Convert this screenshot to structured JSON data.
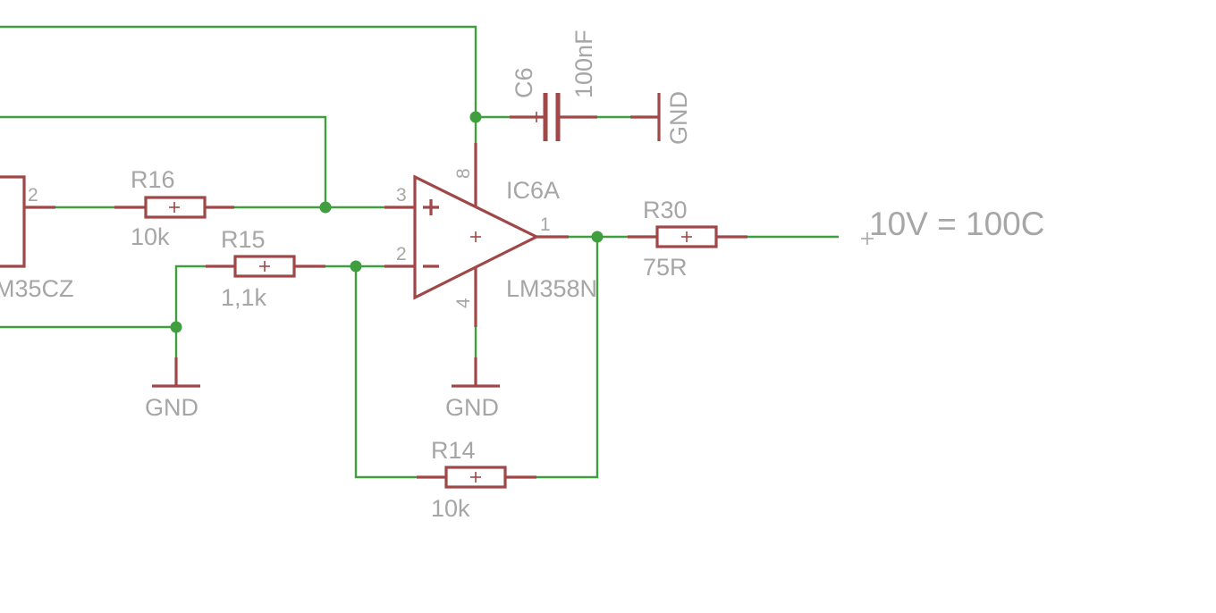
{
  "colors": {
    "wire": "#3f9f3f",
    "part": "#a04747",
    "label": "#a6a6a6",
    "background": "#ffffff"
  },
  "components": {
    "sensor": {
      "value": "M35CZ",
      "pin": "2"
    },
    "r16": {
      "name": "R16",
      "value": "10k"
    },
    "r15": {
      "name": "R15",
      "value": "1,1k"
    },
    "r14": {
      "name": "R14",
      "value": "10k"
    },
    "r30": {
      "name": "R30",
      "value": "75R"
    },
    "c6": {
      "name": "C6",
      "value": "100nF"
    },
    "ic6a": {
      "name": "IC6A",
      "value": "LM358N",
      "pin_noninv": "3",
      "pin_inv": "2",
      "pin_out": "1",
      "pin_vcc": "8",
      "pin_gnd": "4"
    }
  },
  "gnd_labels": [
    "GND",
    "GND",
    "GND"
  ],
  "output_note": "10V = 100C"
}
